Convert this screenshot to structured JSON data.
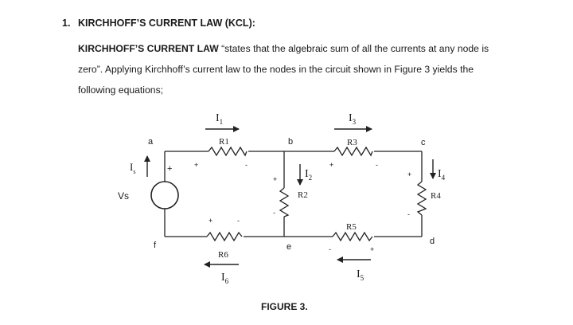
{
  "section": {
    "number": "1.",
    "title": "KIRCHHOFF’S CURRENT LAW (KCL):"
  },
  "paragraph": {
    "term": "KIRCHHOFF’S CURRENT LAW",
    "line1": " “states that the algebraic sum of all the currents at any node is",
    "line2": "zero”. Applying Kirchhoff’s current law to the nodes in the circuit shown in Figure 3 yields the",
    "line3": "following equations;"
  },
  "figure": {
    "caption": "FIGURE 3.",
    "nodes": {
      "a": "a",
      "b": "b",
      "c": "c",
      "d": "d",
      "e": "e",
      "f": "f"
    },
    "resistors": {
      "r1": "R1",
      "r2": "R2",
      "r3": "R3",
      "r4": "R4",
      "r5": "R5",
      "r6": "R6"
    },
    "source": {
      "label": "Vs",
      "current": "I",
      "current_sub": "s"
    },
    "currents": {
      "i1": {
        "label": "I",
        "sub": "1"
      },
      "i2": {
        "label": "I",
        "sub": "2"
      },
      "i3": {
        "label": "I",
        "sub": "3"
      },
      "i4": {
        "label": "I",
        "sub": "4"
      },
      "i5": {
        "label": "I",
        "sub": "5"
      },
      "i6": {
        "label": "I",
        "sub": "6"
      }
    },
    "polarity": {
      "plus": "+",
      "minus": "-"
    }
  }
}
